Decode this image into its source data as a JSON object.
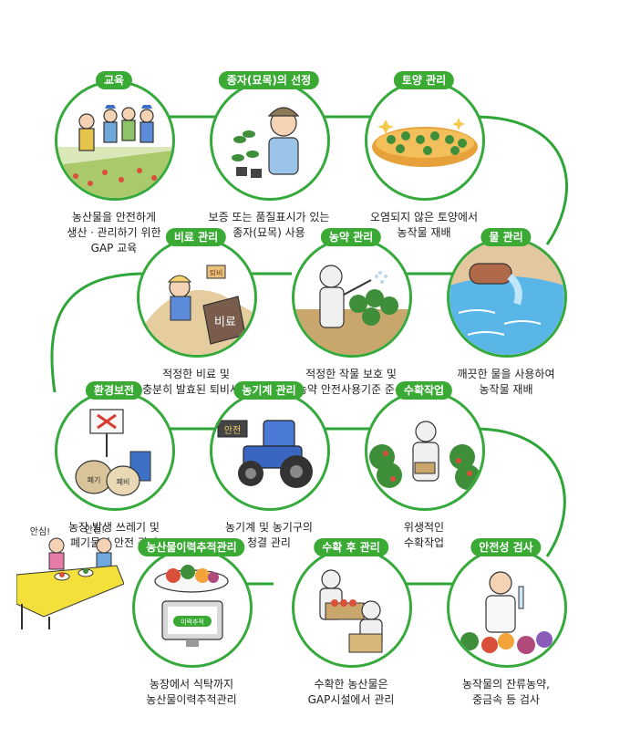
{
  "steps": [
    {
      "title": "교육",
      "lines": [
        "농산물을 안전하게",
        "생산ㆍ관리하기 위한",
        "GAP 교육"
      ]
    },
    {
      "title": "종자(묘목)의 선정",
      "lines": [
        "보증 또는 품질표시가 있는",
        "종자(묘목) 사용"
      ]
    },
    {
      "title": "토양 관리",
      "lines": [
        "오염되지 않은 토양에서",
        "농작물 재배"
      ]
    },
    {
      "title": "물 관리",
      "lines": [
        "깨끗한 물을 사용하여",
        "농작물 재배"
      ]
    },
    {
      "title": "농약 관리",
      "lines": [
        "적정한 작물 보호 및",
        "농약 안전사용기준 준수"
      ]
    },
    {
      "title": "비료 관리",
      "lines": [
        "적정한 비료 및",
        "충분히 발효된 퇴비사용"
      ]
    },
    {
      "title": "환경보전",
      "lines": [
        "농장 발생 쓰레기 및",
        "폐기물의 안전 관리"
      ]
    },
    {
      "title": "농기계 관리",
      "lines": [
        "농기계 및 농기구의",
        "청결 관리"
      ]
    },
    {
      "title": "수확작업",
      "lines": [
        "위생적인",
        "수확작업"
      ]
    },
    {
      "title": "안전성 검사",
      "lines": [
        "농작물의 잔류농약,",
        "중금속 등 검사"
      ]
    },
    {
      "title": "수확 후 관리",
      "lines": [
        "수확한 농산물은",
        "GAP시설에서 관리"
      ]
    },
    {
      "title": "농산물이력추적관리",
      "lines": [
        "농장에서 식탁까지",
        "농산물이력추적관리"
      ]
    }
  ],
  "illustration_text": {
    "fertilizer_bag": "비료",
    "fertilizer_sign": "퇴비",
    "tractor_sign": "안전",
    "waste_bag_left": "폐기",
    "waste_bag_right": "폐비",
    "customer_left": "안심!",
    "customer_right": "안전!",
    "monitor_label": "이력추적"
  },
  "colors": {
    "accent": "#3aaa35",
    "line": "#2fa538"
  }
}
